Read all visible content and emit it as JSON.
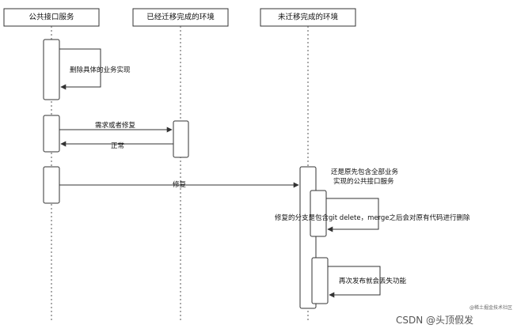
{
  "participants": [
    {
      "label": "公共接口服务"
    },
    {
      "label": "已经迁移完成的环境"
    },
    {
      "label": "未迁移完成的环境"
    }
  ],
  "messages": {
    "self_delete": "删除具体的业务实现",
    "request": "需求或者修复",
    "normal": "正常",
    "fix": "修复",
    "note_line1": "还是原先包含全部业务",
    "note_line2": "实现的公共接口服务",
    "branch_note": "修复的分支是包含git delete，merge之后会对原有代码进行删除",
    "lose_feature": "再次发布就会丢失功能"
  },
  "watermark": {
    "small": "@稀土掘金技术社区",
    "main": "CSDN @头顶假发"
  }
}
